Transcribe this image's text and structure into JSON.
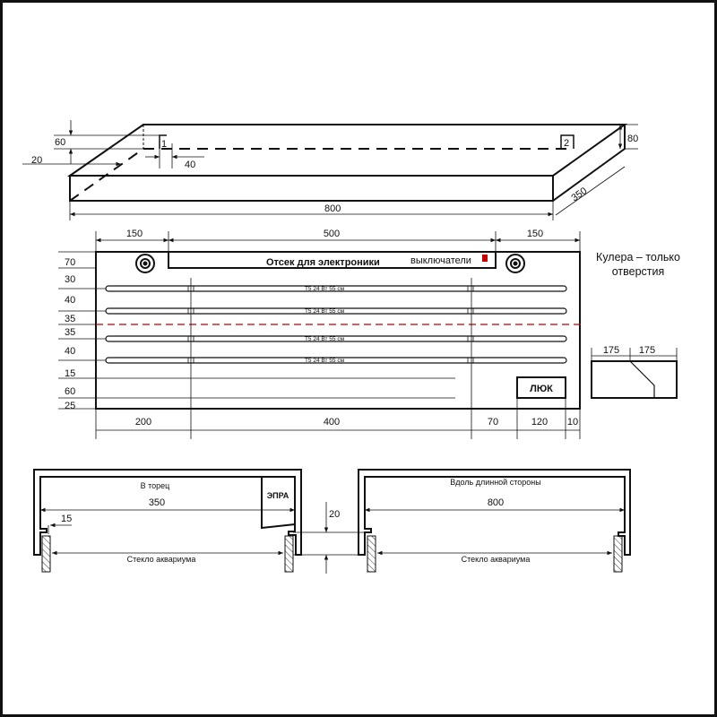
{
  "iso_view": {
    "dim_60": "60",
    "dim_20": "20",
    "dim_40": "40",
    "dim_800": "800",
    "dim_80": "80",
    "dim_350": "350",
    "notch_1": "1",
    "notch_2": "2"
  },
  "plan": {
    "top_dims": [
      "150",
      "500",
      "150"
    ],
    "compartment_label": "Отсек для электроники",
    "switches_label": "выключатели",
    "tube_labels": [
      "Т5 24 Вт 55 см",
      "Т5 24 Вт 55 см",
      "Т5 24 Вт 55 см",
      "Т5 24 Вт 55 см"
    ],
    "left_dims": [
      "70",
      "30",
      "40",
      "35",
      "35",
      "40",
      "15",
      "60",
      "25"
    ],
    "bottom_dims": [
      "200",
      "400",
      "70",
      "120",
      "10"
    ],
    "hatch_label": "ЛЮК",
    "cooler_note_1": "Кулера – только",
    "cooler_note_2": "отверстия",
    "side_dims": [
      "175",
      "175"
    ],
    "accent_color": "#c00000"
  },
  "sections": {
    "left_title": "В торец",
    "left_width": "350",
    "left_gap": "15",
    "ballast_label": "ЭПРА",
    "glass_label_left": "Стекло аквариума",
    "mid_dim": "20",
    "right_title": "Вдоль длинной стороны",
    "right_width": "800",
    "glass_label_right": "Стекло аквариума"
  }
}
